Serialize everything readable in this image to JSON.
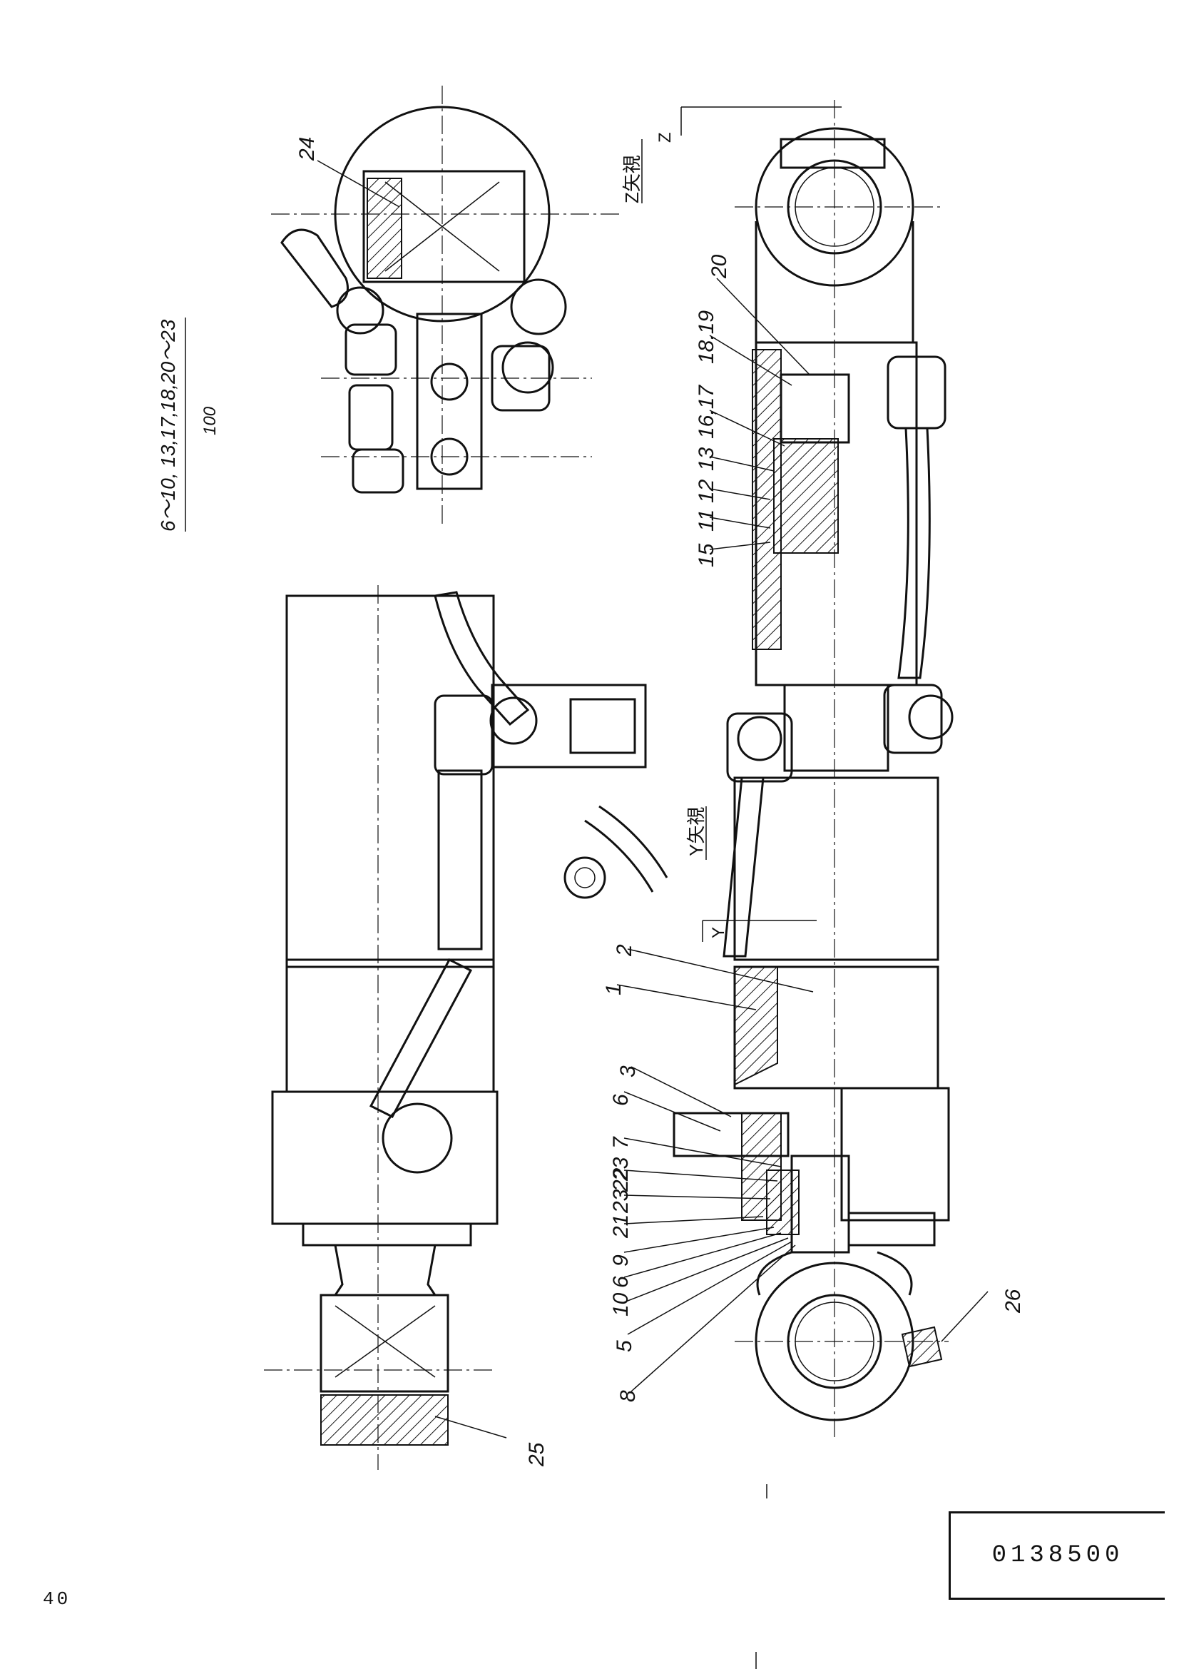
{
  "page": {
    "page_number": "40",
    "document_code": "0138500"
  },
  "views": {
    "z_view": "Z矢視",
    "y_view": "Y矢視",
    "z_marker": "Z",
    "y_marker": "Y"
  },
  "parts_note": {
    "items": "6～10, 13,17,18,20～23",
    "quantity": "100"
  },
  "callouts": {
    "c1": "1",
    "c2": "2",
    "c3": "3",
    "c5": "5",
    "c6a": "6",
    "c6b": "6",
    "c7": "7",
    "c8": "8",
    "c9": "9",
    "c10": "10",
    "c11": "11",
    "c12": "12",
    "c13": "13",
    "c15": "15",
    "c16_17": "16,17",
    "c18_19": "18,19",
    "c20": "20",
    "c21": "21",
    "c22": "22",
    "c23a": "23",
    "c23b": "23",
    "c24": "24",
    "c25": "25",
    "c26": "26"
  }
}
